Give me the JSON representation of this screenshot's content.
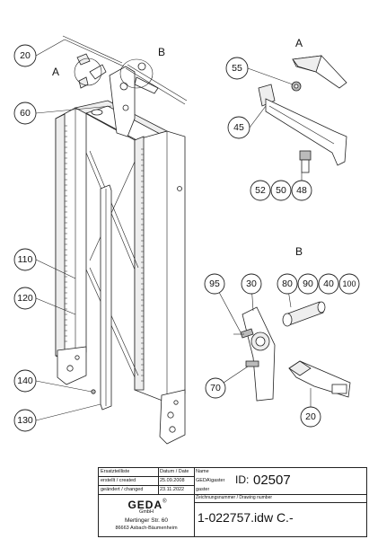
{
  "callouts": {
    "c20a": "20",
    "c60": "60",
    "c110": "110",
    "c120": "120",
    "c140": "140",
    "c130": "130",
    "c55": "55",
    "c45": "45",
    "c52": "52",
    "c50": "50",
    "c48": "48",
    "c95": "95",
    "c30": "30",
    "c80": "80",
    "c90": "90",
    "c40": "40",
    "c100": "100",
    "c70": "70",
    "c20b": "20"
  },
  "view_letters": {
    "a_main": "A",
    "b_main": "B",
    "a_detail": "A",
    "b_detail": "B"
  },
  "title_block": {
    "parts_list": "Ersatzteilliste",
    "created_label": "erstellt / created",
    "changed_label": "geändert / changed",
    "date_header": "Datum / Date",
    "name_header": "Name",
    "created_date": "25.09.2008",
    "changed_date": "23.11.2022",
    "created_name": "GEDA\\gaster",
    "changed_name": "gaster",
    "id_label": "ID:",
    "id_value": "02507",
    "drawing_number_label": "Zeichnungsnummer / Drawing number",
    "drawing_number": "1-022757.idw C.-",
    "company_logo": "GEDA",
    "company_registered": "®",
    "company_form": "GmbH",
    "company_street": "Mertinger Str. 60",
    "company_city": "86663 Asbach-Bäumenheim"
  }
}
